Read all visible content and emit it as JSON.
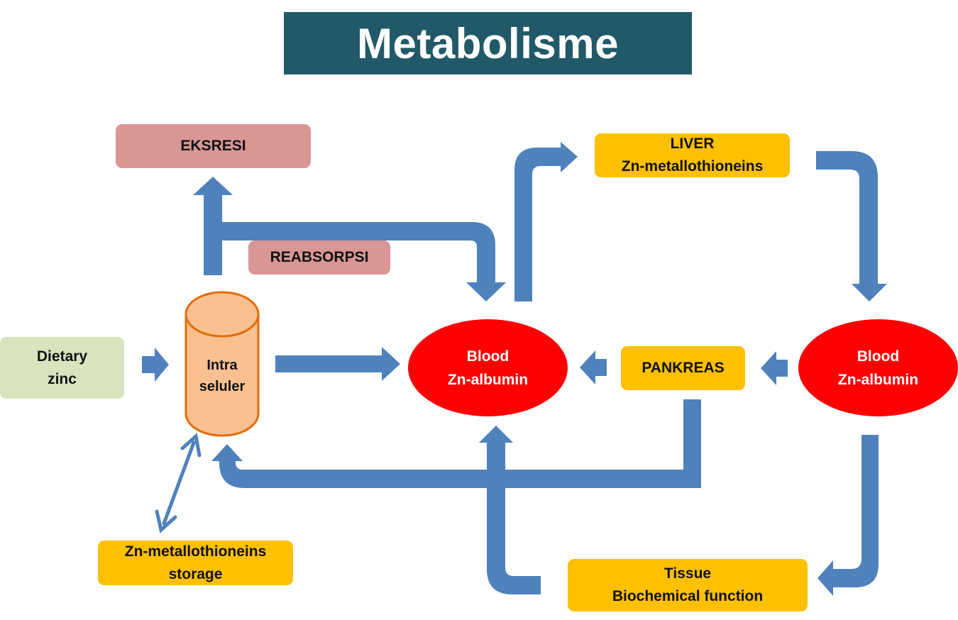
{
  "title": "Metabolisme",
  "colors": {
    "banner": "#215968",
    "arrow": "#4f81bd",
    "blood": "#ff0000",
    "organ": "#ffc000",
    "excretion": "#d99694",
    "dietary": "#d7e4bd",
    "cell": "#fac090",
    "cell_outline": "#e46c0a"
  },
  "nodes": {
    "eksresi": "EKSRESI",
    "reabsorpsi": "REABSORPSI",
    "dietary": [
      "Dietary",
      "zinc"
    ],
    "intraseluler": [
      "Intra",
      "seluler"
    ],
    "storage": [
      "Zn-metallothioneins",
      "storage"
    ],
    "blood_left": [
      "Blood",
      "Zn-albumin"
    ],
    "liver": [
      "LIVER",
      "Zn-metallothioneins"
    ],
    "pankreas": "PANKREAS",
    "blood_right": [
      "Blood",
      "Zn-albumin"
    ],
    "tissue": [
      "Tissue",
      "Biochemical function"
    ]
  }
}
